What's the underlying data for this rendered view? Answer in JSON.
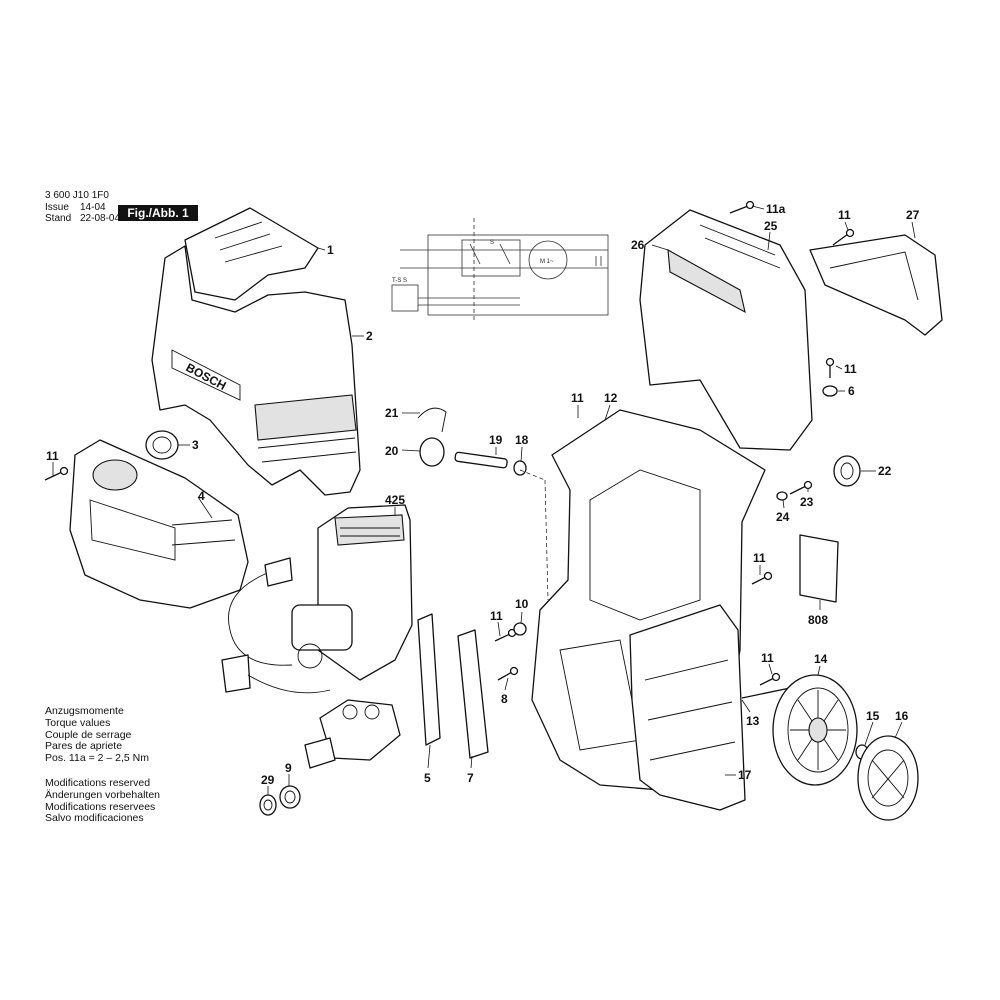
{
  "header": {
    "part_number": "3 600 J10 1F0",
    "issue_label": "Issue",
    "stand_label": "Stand",
    "issue_value": "14-04",
    "stand_value": "22-08-04",
    "figure_label": "Fig./Abb. 1"
  },
  "brand_text": "BOSCH",
  "torque_notes": [
    "Anzugsmomente",
    "Torque values",
    "Couple de serrage",
    "Pares de apriete",
    "Pos. 11a = 2 – 2,5 Nm"
  ],
  "modification_notes": [
    "Modifications reserved",
    "Änderungen vorbehalten",
    "Modifications reservees",
    "Salvo modificaciones"
  ],
  "callouts": [
    {
      "id": "c1",
      "label": "1"
    },
    {
      "id": "c2",
      "label": "2"
    },
    {
      "id": "c3",
      "label": "3"
    },
    {
      "id": "c4",
      "label": "4"
    },
    {
      "id": "c11-left",
      "label": "11"
    },
    {
      "id": "c425",
      "label": "425"
    },
    {
      "id": "c21",
      "label": "21"
    },
    {
      "id": "c20",
      "label": "20"
    },
    {
      "id": "c19",
      "label": "19"
    },
    {
      "id": "c18",
      "label": "18"
    },
    {
      "id": "c11-12",
      "label": "11"
    },
    {
      "id": "c12",
      "label": "12"
    },
    {
      "id": "c26",
      "label": "26"
    },
    {
      "id": "c11a",
      "label": "11a"
    },
    {
      "id": "c25",
      "label": "25"
    },
    {
      "id": "c11-27",
      "label": "11"
    },
    {
      "id": "c27",
      "label": "27"
    },
    {
      "id": "c11-6",
      "label": "11"
    },
    {
      "id": "c6",
      "label": "6"
    },
    {
      "id": "c22",
      "label": "22"
    },
    {
      "id": "c23",
      "label": "23"
    },
    {
      "id": "c24",
      "label": "24"
    },
    {
      "id": "c11-808",
      "label": "11"
    },
    {
      "id": "c808",
      "label": "808"
    },
    {
      "id": "c11-10",
      "label": "11"
    },
    {
      "id": "c10",
      "label": "10"
    },
    {
      "id": "c8",
      "label": "8"
    },
    {
      "id": "c5",
      "label": "5"
    },
    {
      "id": "c7",
      "label": "7"
    },
    {
      "id": "c29",
      "label": "29"
    },
    {
      "id": "c9",
      "label": "9"
    },
    {
      "id": "c11-14",
      "label": "11"
    },
    {
      "id": "c14",
      "label": "14"
    },
    {
      "id": "c15",
      "label": "15"
    },
    {
      "id": "c16",
      "label": "16"
    },
    {
      "id": "c13",
      "label": "13"
    },
    {
      "id": "c17",
      "label": "17"
    }
  ],
  "schematic_labels": {
    "switch_label": "S",
    "sensor_label": "T-S S",
    "motor_label": "M 1~"
  }
}
